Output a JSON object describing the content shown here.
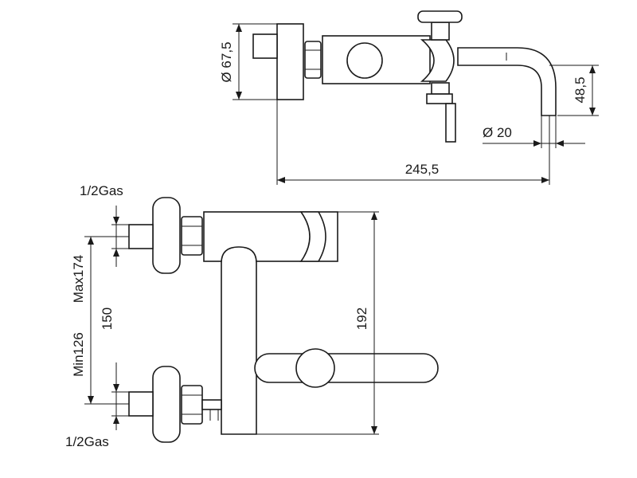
{
  "top_view": {
    "diameter_flange": "Ø 67,5",
    "height_spout": "48,5",
    "diameter_spout": "Ø 20",
    "length_total": "245,5"
  },
  "front_view": {
    "inlet_top": "1/2Gas",
    "inlet_bottom": "1/2Gas",
    "range_max": "Max174",
    "range_nominal": "150",
    "range_min": "Min126",
    "height_total": "192"
  },
  "colors": {
    "line": "#1a1a1a",
    "background": "#ffffff"
  }
}
